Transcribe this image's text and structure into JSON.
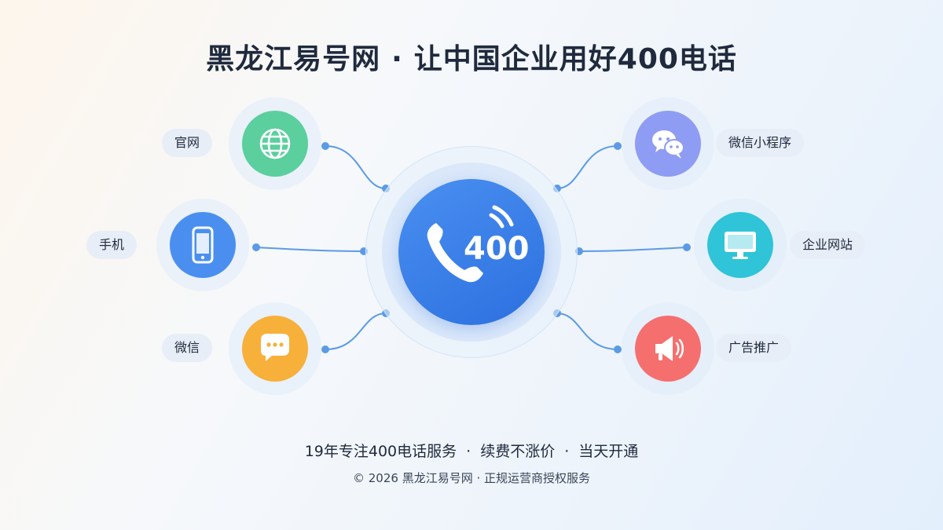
{
  "title": {
    "left": "黑龙江易号网",
    "separator": "·",
    "right": "让中国企业用好400电话"
  },
  "hub": {
    "label": "400",
    "icon": "phone-icon"
  },
  "channels": {
    "guanwang": {
      "label": "官网",
      "icon": "globe-icon",
      "color": "#5bcf9e"
    },
    "shouji": {
      "label": "手机",
      "icon": "smartphone-icon",
      "color": "#4a8ff0"
    },
    "weixin": {
      "label": "微信",
      "icon": "chat-bubble-icon",
      "color": "#f7b03a"
    },
    "xiaochengxu": {
      "label": "微信小程序",
      "icon": "wechat-icon",
      "color": "#8e9cf3"
    },
    "qiyewangzhan": {
      "label": "企业网站",
      "icon": "monitor-icon",
      "color": "#2fc4d8"
    },
    "guanggao": {
      "label": "广告推广",
      "icon": "megaphone-icon",
      "color": "#f56f6f"
    }
  },
  "footer": {
    "tag1": "19年专注400电话服务",
    "tag2": "续费不涨价",
    "tag3": "当天开通",
    "separator": "·",
    "copyright": "© 2026 黑龙江易号网 · 正规运营商授权服务"
  },
  "colors": {
    "hub": "#3a82ea",
    "connector": "#5b9be6",
    "pill_bg": "#e8eef7"
  }
}
